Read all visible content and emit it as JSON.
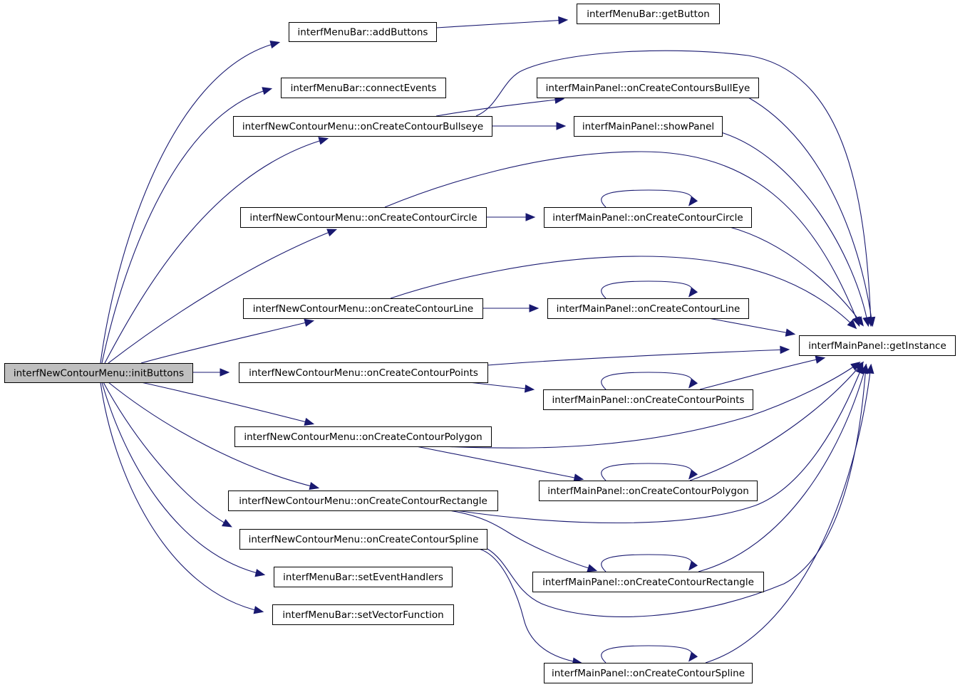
{
  "graph": {
    "nodes": [
      {
        "id": "root",
        "label": "interfNewContourMenu::initButtons",
        "root": true
      },
      {
        "id": "addButtons",
        "label": "interfMenuBar::addButtons"
      },
      {
        "id": "getButton",
        "label": "interfMenuBar::getButton"
      },
      {
        "id": "connectEvents",
        "label": "interfMenuBar::connectEvents"
      },
      {
        "id": "bullseye",
        "label": "interfNewContourMenu::onCreateContourBullseye"
      },
      {
        "id": "circle",
        "label": "interfNewContourMenu::onCreateContourCircle"
      },
      {
        "id": "line",
        "label": "interfNewContourMenu::onCreateContourLine"
      },
      {
        "id": "points",
        "label": "interfNewContourMenu::onCreateContourPoints"
      },
      {
        "id": "polygon",
        "label": "interfNewContourMenu::onCreateContourPolygon"
      },
      {
        "id": "rectangle",
        "label": "interfNewContourMenu::onCreateContourRectangle"
      },
      {
        "id": "spline",
        "label": "interfNewContourMenu::onCreateContourSpline"
      },
      {
        "id": "setEventHandlers",
        "label": "interfMenuBar::setEventHandlers"
      },
      {
        "id": "setVectorFunction",
        "label": "interfMenuBar::setVectorFunction"
      },
      {
        "id": "mpBullEye",
        "label": "interfMainPanel::onCreateContoursBullEye"
      },
      {
        "id": "mpShowPanel",
        "label": "interfMainPanel::showPanel"
      },
      {
        "id": "mpCircle",
        "label": "interfMainPanel::onCreateContourCircle"
      },
      {
        "id": "mpLine",
        "label": "interfMainPanel::onCreateContourLine"
      },
      {
        "id": "mpPoints",
        "label": "interfMainPanel::onCreateContourPoints"
      },
      {
        "id": "mpPolygon",
        "label": "interfMainPanel::onCreateContourPolygon"
      },
      {
        "id": "mpRectangle",
        "label": "interfMainPanel::onCreateContourRectangle"
      },
      {
        "id": "mpSpline",
        "label": "interfMainPanel::onCreateContourSpline"
      },
      {
        "id": "getInstance",
        "label": "interfMainPanel::getInstance"
      }
    ],
    "edges": [
      {
        "from": "root",
        "to": "addButtons"
      },
      {
        "from": "root",
        "to": "connectEvents"
      },
      {
        "from": "root",
        "to": "bullseye"
      },
      {
        "from": "root",
        "to": "circle"
      },
      {
        "from": "root",
        "to": "line"
      },
      {
        "from": "root",
        "to": "points"
      },
      {
        "from": "root",
        "to": "polygon"
      },
      {
        "from": "root",
        "to": "rectangle"
      },
      {
        "from": "root",
        "to": "spline"
      },
      {
        "from": "root",
        "to": "setEventHandlers"
      },
      {
        "from": "root",
        "to": "setVectorFunction"
      },
      {
        "from": "addButtons",
        "to": "getButton"
      },
      {
        "from": "bullseye",
        "to": "mpBullEye"
      },
      {
        "from": "bullseye",
        "to": "mpShowPanel"
      },
      {
        "from": "bullseye",
        "to": "getInstance"
      },
      {
        "from": "circle",
        "to": "mpCircle"
      },
      {
        "from": "circle",
        "to": "getInstance"
      },
      {
        "from": "line",
        "to": "mpLine"
      },
      {
        "from": "line",
        "to": "getInstance"
      },
      {
        "from": "points",
        "to": "mpPoints"
      },
      {
        "from": "points",
        "to": "getInstance"
      },
      {
        "from": "polygon",
        "to": "mpPolygon"
      },
      {
        "from": "polygon",
        "to": "getInstance"
      },
      {
        "from": "rectangle",
        "to": "mpRectangle"
      },
      {
        "from": "rectangle",
        "to": "getInstance"
      },
      {
        "from": "spline",
        "to": "mpSpline"
      },
      {
        "from": "spline",
        "to": "getInstance"
      },
      {
        "from": "mpBullEye",
        "to": "getInstance"
      },
      {
        "from": "mpShowPanel",
        "to": "getInstance"
      },
      {
        "from": "mpCircle",
        "to": "mpCircle"
      },
      {
        "from": "mpCircle",
        "to": "getInstance"
      },
      {
        "from": "mpLine",
        "to": "mpLine"
      },
      {
        "from": "mpLine",
        "to": "getInstance"
      },
      {
        "from": "mpPoints",
        "to": "mpPoints"
      },
      {
        "from": "mpPoints",
        "to": "getInstance"
      },
      {
        "from": "mpPolygon",
        "to": "mpPolygon"
      },
      {
        "from": "mpPolygon",
        "to": "getInstance"
      },
      {
        "from": "mpRectangle",
        "to": "mpRectangle"
      },
      {
        "from": "mpRectangle",
        "to": "getInstance"
      },
      {
        "from": "mpSpline",
        "to": "mpSpline"
      },
      {
        "from": "mpSpline",
        "to": "getInstance"
      }
    ],
    "colors": {
      "edge": "#191970",
      "node_border": "#000000",
      "node_fill": "#ffffff",
      "root_fill": "#bfbfbf"
    }
  }
}
